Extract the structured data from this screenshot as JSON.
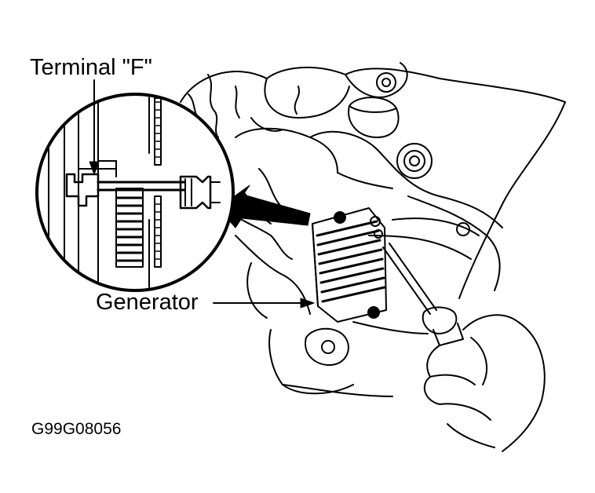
{
  "labels": {
    "terminal": "Terminal \"F\"",
    "generator": "Generator",
    "figure_code": "G99G08056"
  },
  "colors": {
    "ink": "#000000",
    "paper": "#ffffff"
  }
}
